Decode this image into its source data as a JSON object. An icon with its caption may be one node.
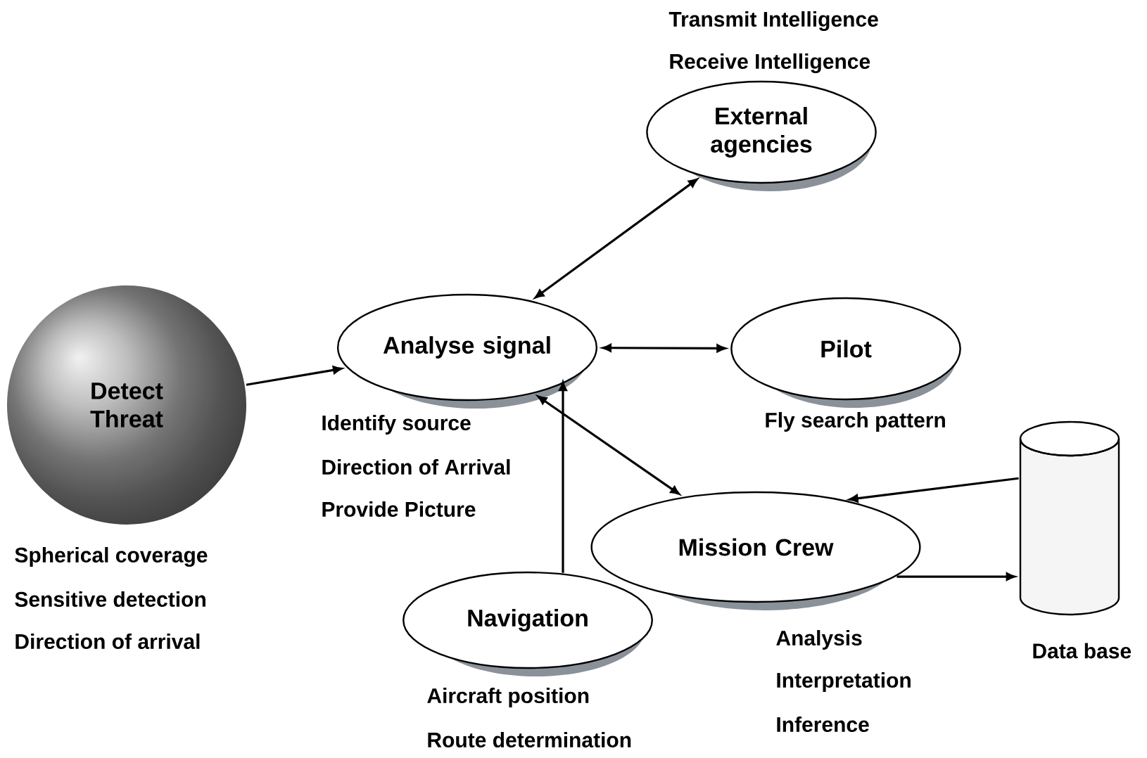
{
  "diagram": {
    "nodes": [
      {
        "text": [
          "Detect Threat"
        ],
        "beside": [
          "Spherical coverage",
          "Sensitive detection",
          "Direction of arrival"
        ]
      },
      {
        "text": [
          "Analyse signal"
        ],
        "beside": [
          "Identify source",
          "Direction of Arrival",
          "Provide Picture"
        ]
      },
      {
        "text": [
          "External agencies"
        ],
        "beside": [
          "Transmit Intelligence",
          "Receive Intelligence"
        ]
      },
      {
        "text": [
          "Pilot"
        ],
        "beside": [
          "Fly search pattern"
        ]
      },
      {
        "text": [
          "Mission Crew"
        ],
        "beside": [
          "Analysis",
          "Interpretation",
          "Inference"
        ]
      },
      {
        "text": [
          "Navigation"
        ],
        "beside": [
          "Aircraft position",
          "Route determination"
        ]
      },
      {
        "text": [
          "Data base"
        ]
      }
    ],
    "edges": [
      {
        "from": 0,
        "to": 1,
        "arrow": "to"
      },
      {
        "from": 1,
        "to": 2,
        "arrow": "both"
      },
      {
        "from": 1,
        "to": 3,
        "arrow": "both"
      },
      {
        "from": 1,
        "to": 4,
        "arrow": "both"
      },
      {
        "from": 5,
        "to": 1,
        "arrow": "to"
      },
      {
        "from": 6,
        "to": 4,
        "arrow": "to"
      },
      {
        "from": 4,
        "to": 6,
        "arrow": "to"
      }
    ]
  }
}
